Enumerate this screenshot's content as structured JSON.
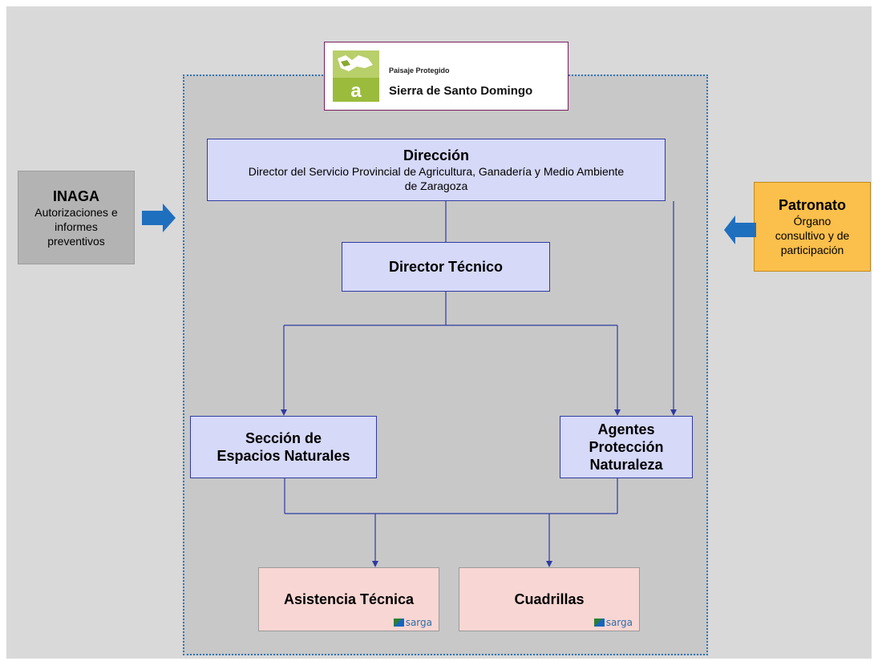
{
  "logo": {
    "small_text": "Paisaje Protegido",
    "main_text": "Sierra de Santo Domingo",
    "mark_letter": "a"
  },
  "inaga": {
    "title": "INAGA",
    "lines": [
      "Autorizaciones e",
      "informes",
      "preventivos"
    ]
  },
  "patronato": {
    "title": "Patronato",
    "lines": [
      "Órgano",
      "consultivo y de",
      "participación"
    ]
  },
  "direccion": {
    "title": "Dirección",
    "lines": [
      "Director del Servicio Provincial de Agricultura, Ganadería y Medio Ambiente",
      "de Zaragoza"
    ]
  },
  "director_tecnico": {
    "title": "Director Técnico"
  },
  "seccion": {
    "lines": [
      "Sección de",
      "Espacios Naturales"
    ]
  },
  "agentes": {
    "lines": [
      "Agentes",
      "Protección",
      "Naturaleza"
    ]
  },
  "asistencia": {
    "title": "Asistencia Técnica",
    "brand": "sarga"
  },
  "cuadrillas": {
    "title": "Cuadrillas",
    "brand": "sarga"
  },
  "colors": {
    "background": "#d9d9d9",
    "main_area": "#c8c8c8",
    "dotted_border": "#2e75b6",
    "blue_box": "#d6d9f7",
    "pink_box": "#f8d6d3",
    "inaga": "#b3b3b3",
    "patronato": "#fbbf4b",
    "arrow": "#1f6fbf"
  }
}
